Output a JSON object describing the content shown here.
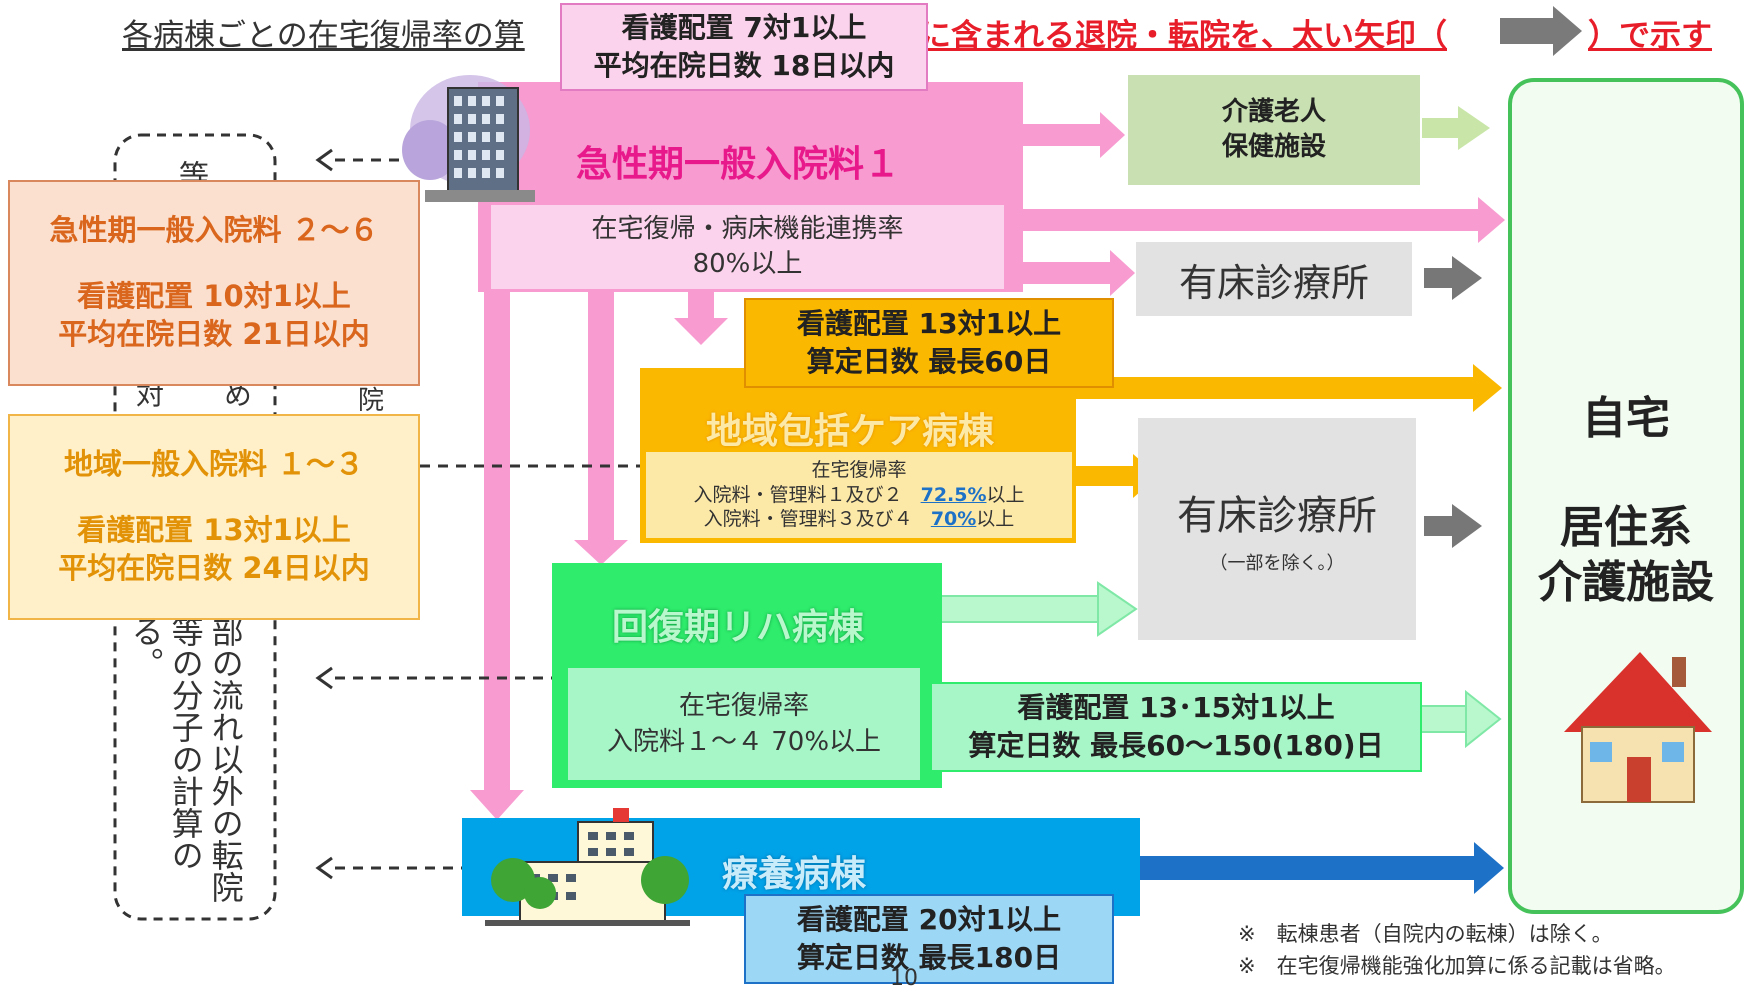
{
  "header": {
    "title_left": "各病棟ごとの在宅復帰率の算",
    "title_right": "に含まれる退院・転院を、太い矢印（",
    "title_right_end": "）で示す"
  },
  "acute1": {
    "top_label_1": "看護配置 7対1以上",
    "top_label_2": "平均在院日数 18日以内",
    "name": "急性期一般入院料１",
    "rate_1": "在宅復帰・病床機能連携率",
    "rate_2": "80%以上"
  },
  "facility_kaigo": {
    "line1": "介護老人",
    "line2": "保健施設"
  },
  "clinic_top": {
    "label": "有床診療所"
  },
  "acute26": {
    "name": "急性期一般入院料 ２～６",
    "line1": "看護配置 10対1以上",
    "line2": "平均在院日数 21日以内"
  },
  "regional": {
    "name": "地域一般入院料 １～３",
    "line1": "看護配置 13対1以上",
    "line2": "平均在院日数 24日以内"
  },
  "community": {
    "top_label_1": "看護配置 13対1以上",
    "top_label_2": "算定日数 最長60日",
    "name": "地域包括ケア病棟",
    "rate_title": "在宅復帰率",
    "rate_row1_label": "入院料・管理料１及び２",
    "rate_row1_value": "72.5%",
    "rate_row1_suffix": "以上",
    "rate_row2_label": "入院料・管理料３及び４",
    "rate_row2_value": "70%",
    "rate_row2_suffix": "以上"
  },
  "clinic_mid": {
    "label": "有床診療所",
    "note": "（一部を除く。）"
  },
  "rehab": {
    "name": "回復期リハ病棟",
    "rate_1": "在宅復帰率",
    "rate_2": "入院料１～４ 70%以上",
    "side_label_1": "看護配置 13･15対1以上",
    "side_label_2": "算定日数 最長60～150(180)日"
  },
  "ryouyou": {
    "name": "療養病棟",
    "label_1": "看護配置 20対1以上",
    "label_2": "算定日数 最長180日"
  },
  "home": {
    "line1": "自宅",
    "line2": "居住系",
    "line3": "介護施設"
  },
  "vertical_text": {
    "top_fragment": "等 在",
    "mid_fragment_1": "対 象",
    "mid_fragment_2": "め れ た",
    "mid_fragment_3": "院",
    "col1": "る。",
    "col2": "等の分子の計算の",
    "col3": "部の流れ以外の転院"
  },
  "footnotes": {
    "note1": "※　転棟患者（自院内の転棟）は除く。",
    "note2": "※　在宅復帰機能強化加算に係る記載は省略。"
  },
  "page_number": "10",
  "colors": {
    "pink": "#f79bd0",
    "pink_light": "#fcd3ec",
    "orange": "#fbb800",
    "orange_light": "#fde9a7",
    "green": "#2fec6c",
    "green_light": "#a6f6c8",
    "blue": "#00a2e8",
    "blue_light": "#9dd7f6",
    "salmon": "#fbe0d0",
    "cream": "#fff0c9",
    "home_border": "#46c25a",
    "home_fill": "#f2fcf1",
    "arrow_dark": "#1d71c7",
    "arrow_gray": "#777777"
  }
}
